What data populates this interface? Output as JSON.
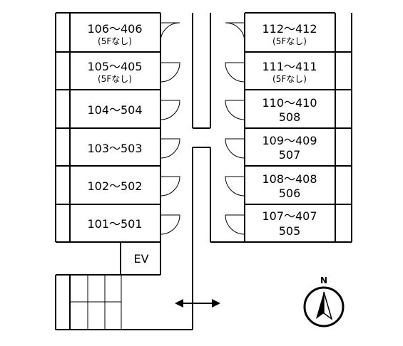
{
  "title": "",
  "units_left": [
    {
      "line1": "106〜406",
      "line2": "(5Fなし)"
    },
    {
      "line1": "105〜405",
      "line2": "(5Fなし)"
    },
    {
      "line1": "104〜504",
      "line2": ""
    },
    {
      "line1": "103〜503",
      "line2": ""
    },
    {
      "line1": "102〜502",
      "line2": ""
    },
    {
      "line1": "101〜501",
      "line2": ""
    }
  ],
  "units_right": [
    {
      "line1": "112〜412",
      "line2": "(5Fなし)"
    },
    {
      "line1": "111〜411",
      "line2": "(5Fなし)"
    },
    {
      "line1": "110〜410",
      "line2": "508"
    },
    {
      "line1": "109〜409",
      "line2": "507"
    },
    {
      "line1": "108〜408",
      "line2": "506"
    },
    {
      "line1": "107〜407",
      "line2": "505"
    }
  ],
  "elevator": "EV",
  "north": "N",
  "arrow_icon": "double-headed-arrow",
  "compass_icon": "north-compass"
}
